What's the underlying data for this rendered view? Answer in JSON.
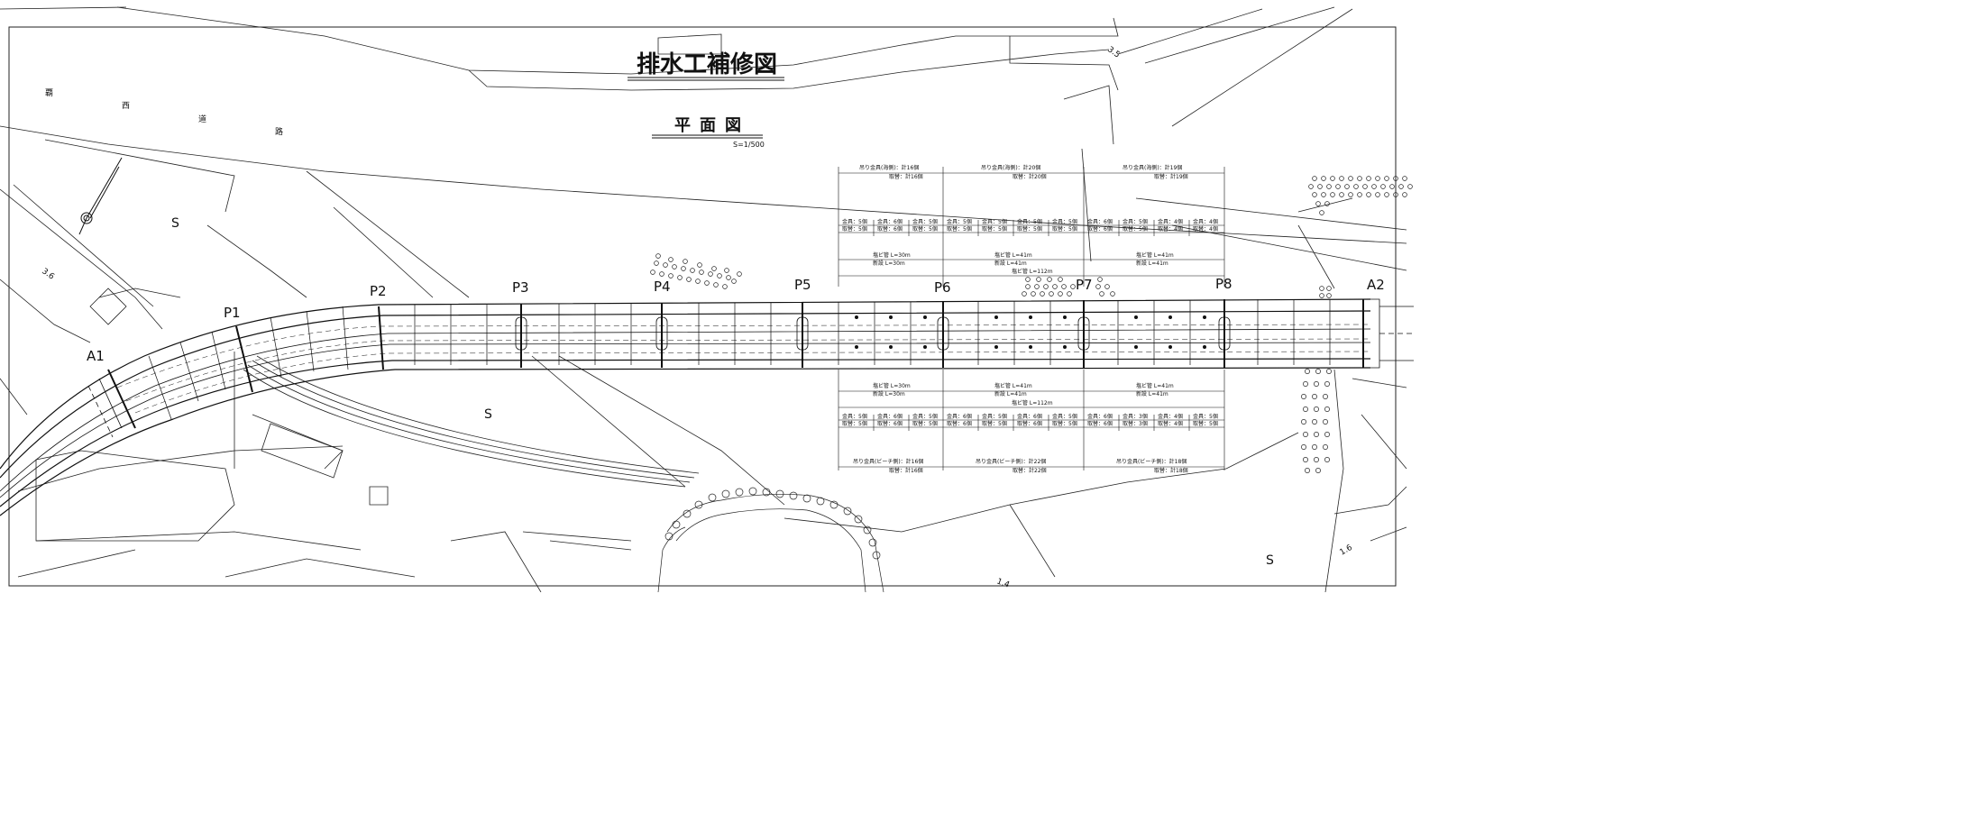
{
  "title": "排水工補修図",
  "plan": {
    "label": "平面図",
    "scale": "S=1/500"
  },
  "piers": [
    "A1",
    "P1",
    "P2",
    "P3",
    "P4",
    "P5",
    "P6",
    "P7",
    "P8",
    "A2"
  ],
  "place_labels": {
    "road_1": "覇",
    "road_2": "西",
    "road_3": "道",
    "road_4": "路",
    "elev_1": "3.6",
    "elev_2": "3.5",
    "elev_3": "1.4",
    "elev_4": "1.6",
    "s_mark": "S"
  },
  "upper_annotations": {
    "hangers_sea": [
      "吊り金具(海側)：計16個",
      "吊り金具(海側)：計20個",
      "吊り金具(海側)：計19個"
    ],
    "replace_totals": [
      "取替：計16個",
      "取替：計20個",
      "取替：計19個"
    ],
    "fittings": [
      "金具：5個",
      "金具：6個",
      "金具：5個",
      "金具：5個",
      "金具：5個",
      "金具：5個",
      "金具：5個",
      "金具：6個",
      "金具：5個",
      "金具：4個",
      "金具：4個"
    ],
    "fitting_replace": [
      "取替：5個",
      "取替：6個",
      "取替：5個",
      "取替：5個",
      "取替：5個",
      "取替：5個",
      "取替：5個",
      "取替：6個",
      "取替：5個",
      "取替：4個",
      "取替：4個"
    ],
    "pipes": [
      "塩ビ管 L=30m",
      "塩ビ管 L=41m",
      "塩ビ管 L=41m"
    ],
    "new_pipes": [
      "新設 L=30m",
      "新設 L=41m",
      "新設 L=41m"
    ],
    "total_pipe": "塩ビ管 L=112m"
  },
  "lower_annotations": {
    "pipes": [
      "塩ビ管 L=30m",
      "塩ビ管 L=41m",
      "塩ビ管 L=41m"
    ],
    "new_pipes": [
      "新設 L=30m",
      "新設 L=41m",
      "新設 L=41m"
    ],
    "total_pipe": "塩ビ管 L=112m",
    "fittings": [
      "金具：5個",
      "金具：6個",
      "金具：5個",
      "金具：6個",
      "金具：5個",
      "金具：6個",
      "金具：5個",
      "金具：6個",
      "金具：3個",
      "金具：4個",
      "金具：5個"
    ],
    "fitting_replace": [
      "取替：5個",
      "取替：6個",
      "取替：5個",
      "取替：6個",
      "取替：5個",
      "取替：6個",
      "取替：5個",
      "取替：6個",
      "取替：3個",
      "取替：4個",
      "取替：5個"
    ],
    "hangers_beach": [
      "吊り金具(ビーチ側)：計16個",
      "吊り金具(ビーチ側)：計22個",
      "吊り金具(ビーチ側)：計18個"
    ],
    "replace_totals": [
      "取替：計16個",
      "取替：計22個",
      "取替：計18個"
    ]
  }
}
